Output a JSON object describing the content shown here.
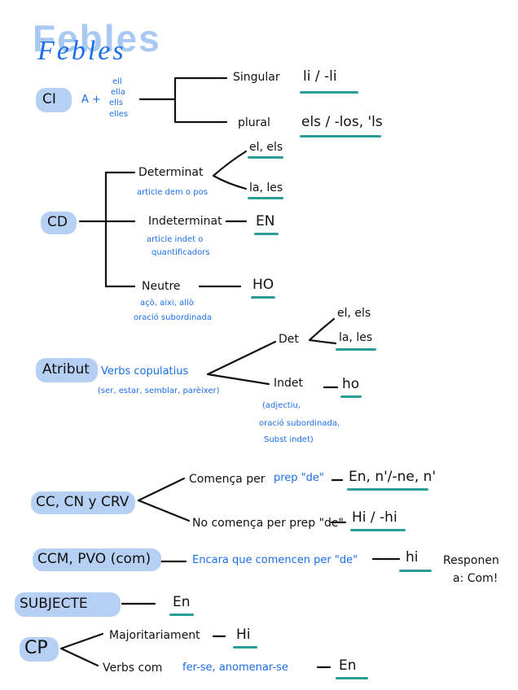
{
  "title": "Febles",
  "ci": {
    "label": "CI",
    "pronoun_prefix": "A +",
    "pronouns": [
      "ell",
      "ella",
      "ells",
      "elles"
    ],
    "singular_label": "Singular",
    "singular_value": "li / -li",
    "plural_label": "plural",
    "plural_value": "els / -los, 'ls"
  },
  "cd": {
    "label": "CD",
    "determinat_label": "Determinat",
    "determinat_note": "article dem o pos",
    "determinat_masc": "el, els",
    "determinat_fem": "la, les",
    "indeterminat_label": "Indeterminat",
    "indeterminat_note1": "article indet o",
    "indeterminat_note2": "quantificadors",
    "indeterminat_value": "EN",
    "neutre_label": "Neutre",
    "neutre_note1": "açò, aixi, allò",
    "neutre_note2": "oració subordinada",
    "neutre_value": "HO"
  },
  "atribut": {
    "label": "Atribut",
    "verbs_label": "Verbs copulatius",
    "verbs_list": "(ser, estar, semblar, parèixer)",
    "det_label": "Det",
    "det_masc": "el, els",
    "det_fem": "la, les",
    "indet_label": "Indet",
    "indet_value": "ho",
    "indet_note1": "(adjectiu,",
    "indet_note2": "oració subordinada,",
    "indet_note3": "Subst indet)"
  },
  "cc": {
    "label": "CC, CN y CRV",
    "starts_de": "Comença per",
    "starts_de_prep": "prep \"de\"",
    "starts_de_value": "En, n'/-ne, n'",
    "not_starts_de": "No comença per prep \"de\"",
    "not_starts_de_value": "Hi / -hi"
  },
  "ccm": {
    "label": "CCM, PVO (com)",
    "note": "Encara que comencen per \"de\"",
    "value": "hi",
    "answer1": "Responen",
    "answer2": "a: Com!"
  },
  "subjecte": {
    "label": "SUBJECTE",
    "value": "En"
  },
  "cp": {
    "label": "CP",
    "majority": "Majoritariament",
    "majority_value": "Hi",
    "verbs_prefix": "Verbs com",
    "verbs_examples": "fer-se, anomenar-se",
    "verbs_value": "En"
  }
}
